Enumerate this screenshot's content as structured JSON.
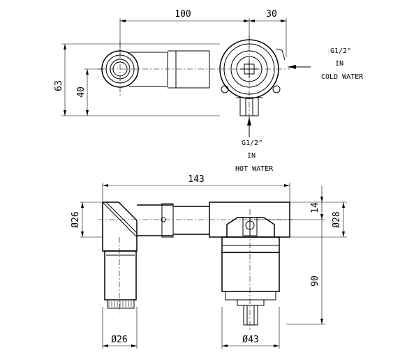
{
  "top_view": {
    "dim_width": "100",
    "dim_offset": "30",
    "dim_height_total": "63",
    "dim_height_axis": "40",
    "cold_inlet": {
      "thread": "G1/2\"",
      "dir": "IN",
      "label": "COLD WATER"
    },
    "hot_inlet": {
      "thread": "G1/2\"",
      "dir": "IN",
      "label": "HOT WATER"
    }
  },
  "front_view": {
    "dim_length": "143",
    "dim_left_diam": "Ø26",
    "dim_bottom_left_diam": "Ø26",
    "dim_right_offset": "14",
    "dim_right_diam": "Ø28",
    "dim_depth": "90",
    "dim_body_diam": "Ø43"
  }
}
